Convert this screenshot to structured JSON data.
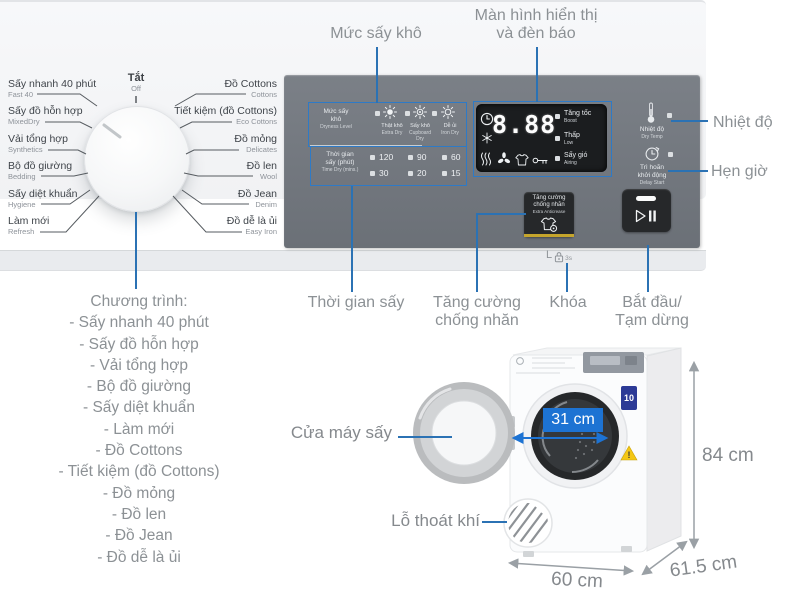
{
  "colors": {
    "accent_blue": "#2b72b4",
    "badge_blue": "#1d73d3",
    "panel_gray": "#70757c",
    "label_gray": "#8c9195",
    "display_black": "#1b1d1f",
    "warning_yellow": "#f4c714",
    "anticrease_underline": "#c5a52c"
  },
  "icons": [
    "sun-icon",
    "clock-icon",
    "snowflake-icon",
    "heat-waves-icon",
    "fan-icon",
    "shirt-icon",
    "key-icon",
    "thermometer-icon",
    "delay-start-icon",
    "play-pause-icon",
    "padlock-icon",
    "anticrease-shirt-icon",
    "warning-icon",
    "vent-icon",
    "door-icon"
  ],
  "annotations": {
    "muc_say_kho": "Mức sấy khô",
    "man_hinh_1": "Màn hình hiển thị",
    "man_hinh_2": "và đèn báo",
    "nhiet_do": "Nhiệt độ",
    "hen_gio": "Hẹn giờ",
    "thoi_gian_say": "Thời gian sấy",
    "tang_cuong_1": "Tăng cường",
    "tang_cuong_2": "chống nhăn",
    "khoa": "Khóa",
    "bat_dau_1": "Bắt đầu/",
    "bat_dau_2": "Tạm dừng",
    "cua_may_say": "Cửa máy sấy",
    "lo_thoat_khi": "Lỗ thoát khí"
  },
  "dial": {
    "off_vi": "Tắt",
    "off_en": "Off"
  },
  "programs_left": [
    {
      "vi": "Sấy nhanh 40 phút",
      "en": "Fast 40"
    },
    {
      "vi": "Sấy đồ hỗn hợp",
      "en": "MixedDry"
    },
    {
      "vi": "Vải tổng hợp",
      "en": "Synthetics"
    },
    {
      "vi": "Bộ đồ giường",
      "en": "Bedding"
    },
    {
      "vi": "Sấy diệt khuẩn",
      "en": "Hygiene"
    },
    {
      "vi": "Làm mới",
      "en": "Refresh"
    }
  ],
  "programs_right": [
    {
      "vi": "Đồ Cottons",
      "en": "Cottons"
    },
    {
      "vi": "Tiết kiệm (đồ Cottons)",
      "en": "Eco Cottons"
    },
    {
      "vi": "Đồ mỏng",
      "en": "Delicates"
    },
    {
      "vi": "Đồ len",
      "en": "Wool"
    },
    {
      "vi": "Đồ Jean",
      "en": "Denim"
    },
    {
      "vi": "Đồ dễ là ủi",
      "en": "Easy Iron"
    }
  ],
  "program_list": {
    "title": "Chương trình:",
    "items": [
      "- Sấy nhanh 40 phút",
      "- Sấy đồ hỗn hợp",
      "- Vải tổng hợp",
      "- Bộ đồ giường",
      "- Sấy diệt khuẩn",
      "- Làm mới",
      "- Đồ Cottons",
      "- Tiết kiệm (đồ Cottons)",
      "- Đồ mỏng",
      "- Đồ len",
      "- Đồ Jean",
      "- Đồ dễ là ủi"
    ]
  },
  "panel": {
    "dryness": {
      "vi1": "Mức sấy",
      "vi2": "khô",
      "en": "Dryness Level",
      "options": [
        {
          "vi": "Thật khô",
          "en": "Extra Dry"
        },
        {
          "vi": "Sấy khô",
          "en": "Cupboard",
          "en2": "Dry"
        },
        {
          "vi": "Dễ ủi",
          "en": "Iron Dry"
        }
      ]
    },
    "time": {
      "vi1": "Thời gian",
      "vi2": "sấy (phút)",
      "en": "Time Dry (mins.)",
      "options": [
        "120",
        "90",
        "60",
        "30",
        "20",
        "15"
      ]
    },
    "display": {
      "value": "8.88",
      "modes": [
        {
          "vi": "Tăng tốc",
          "en": "Boost"
        },
        {
          "vi": "Thấp",
          "en": "Low"
        },
        {
          "vi": "Sấy gió",
          "en": "Airing"
        }
      ]
    },
    "temp": {
      "vi": "Nhiệt độ",
      "en": "Dry Temp"
    },
    "delay": {
      "vi1": "Trì hoãn",
      "vi2": "khởi động",
      "en": "Delay Start"
    },
    "anticrease": {
      "vi1": "Tăng cường",
      "vi2": "chống nhăn",
      "en": "Extra Anticrease"
    },
    "lock": {
      "l": "L",
      "s": "3s"
    }
  },
  "dryer": {
    "drum_width": "31 cm",
    "height": "84 cm",
    "width": "60 cm",
    "depth": "61.5 cm",
    "badge": "10",
    "warning": "!"
  }
}
